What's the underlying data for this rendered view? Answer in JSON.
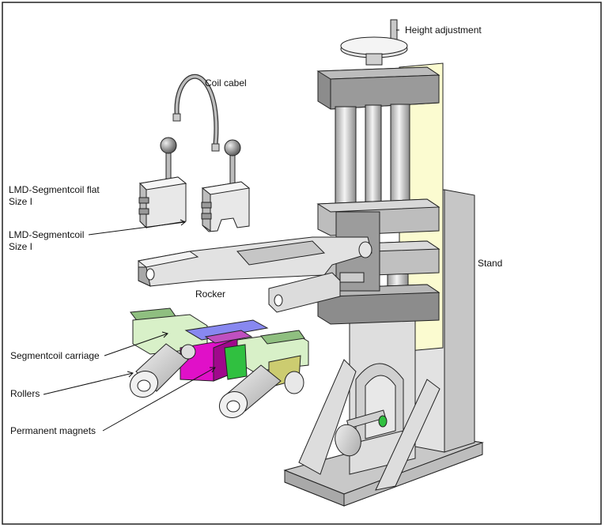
{
  "labels": {
    "height_adjustment": "Height adjustment",
    "coil_cabel": "Coil cabel",
    "lmd_flat_line1": "LMD-Segmentcoil flat",
    "lmd_flat_line2": "Size I",
    "lmd_coil_line1": "LMD-Segmentcoil",
    "lmd_coil_line2": "Size I",
    "stand": "Stand",
    "rocker": "Rocker",
    "segmentcoil_carriage": "Segmentcoil carriage",
    "rollers": "Rollers",
    "permanent_magnets": "Permanent magnets"
  },
  "colors": {
    "pale_yellow": "#fbfbd0",
    "gray_light": "#d8d8d8",
    "gray_mid": "#b4b4b4",
    "gray_dark": "#8c8c8c",
    "pale_green": "#d8f0c8",
    "magenta": "#e010c8",
    "blue_violet": "#8888f0",
    "green": "#30c040"
  }
}
